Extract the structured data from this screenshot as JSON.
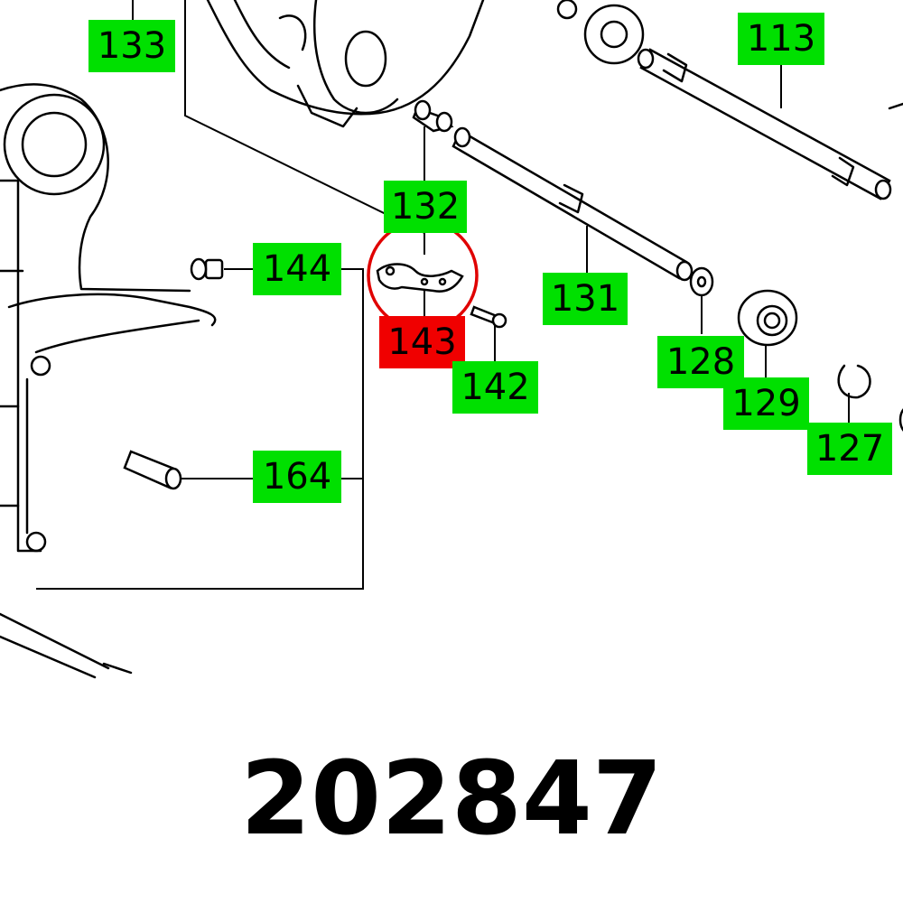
{
  "part_number": "202847",
  "highlight_color": "#e00000",
  "label_color": "#00e000",
  "callouts": [
    {
      "id": "133",
      "text": "133",
      "style": "green"
    },
    {
      "id": "113",
      "text": "113",
      "style": "green"
    },
    {
      "id": "132",
      "text": "132",
      "style": "green"
    },
    {
      "id": "144",
      "text": "144",
      "style": "green"
    },
    {
      "id": "131",
      "text": "131",
      "style": "green"
    },
    {
      "id": "143",
      "text": "143",
      "style": "red"
    },
    {
      "id": "142",
      "text": "142",
      "style": "green"
    },
    {
      "id": "128",
      "text": "128",
      "style": "green"
    },
    {
      "id": "129",
      "text": "129",
      "style": "green"
    },
    {
      "id": "127",
      "text": "127",
      "style": "green"
    },
    {
      "id": "164",
      "text": "164",
      "style": "green"
    }
  ]
}
